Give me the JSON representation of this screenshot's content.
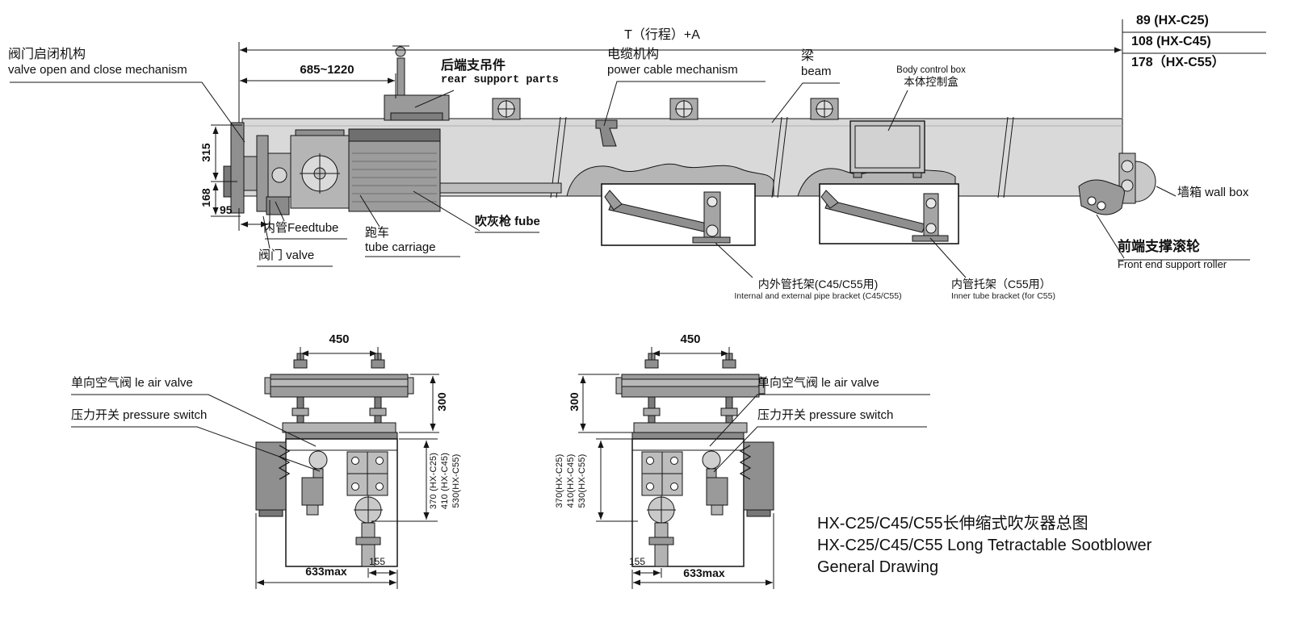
{
  "top_view": {
    "dim_travel": "T（行程）+A",
    "dim_rear_range": "685~1220",
    "dim_right_1": "89 (HX-C25)",
    "dim_right_2": "108 (HX-C45)",
    "dim_right_3": "178（HX-C55）",
    "dim_height_upper": "315",
    "dim_height_lower": "168",
    "dim_95": "95",
    "valve_mech_cn": "阀门启闭机构",
    "valve_mech_en": "valve open and close mechanism",
    "rear_support_cn": "后端支吊件",
    "rear_support_en": "rear support parts",
    "cable_cn": "电缆机构",
    "cable_en": "power cable mechanism",
    "beam_cn": "梁",
    "beam_en": "beam",
    "control_box_en": "Body control box",
    "control_box_cn": "本体控制盒",
    "feedtube_label": "内管Feedtube",
    "carriage_cn": "跑车",
    "carriage_en": "tube carriage",
    "gun_label": "吹灰枪 fube",
    "valve_label": "阀门 valve",
    "bracket1_cn": "内外管托架(C45/C55用)",
    "bracket1_en": "Internal and external pipe bracket (C45/C55)",
    "bracket2_cn": "内管托架（C55用）",
    "bracket2_en": "Inner tube bracket (for C55)",
    "wall_box_label": "墙箱 wall box",
    "front_roller_cn": "前端支撑滚轮",
    "front_roller_en": "Front end support roller"
  },
  "section_left": {
    "dim_450": "450",
    "dim_300": "300",
    "air_valve_label": "单向空气阀 le air valve",
    "pressure_switch_label": "压力开关 pressure switch",
    "dim_h_c25": "370 (HX-C25)",
    "dim_h_c45": "410 (HX-C45)",
    "dim_h_c55": "530(HX-C55)",
    "dim_155": "155",
    "dim_633": "633max"
  },
  "section_right": {
    "dim_450": "450",
    "dim_300": "300",
    "air_valve_label": "单向空气阀 le air valve",
    "pressure_switch_label": "压力开关 pressure switch",
    "dim_h_c25": "370(HX-C25)",
    "dim_h_c45": "410(HX-C45)",
    "dim_h_c55": "530(HX-C55)",
    "dim_155": "155",
    "dim_633": "633max"
  },
  "title": {
    "line1": "HX-C25/C45/C55长伸缩式吹灰器总图",
    "line2": "HX-C25/C45/C55 Long Tetractable Sootblower",
    "line3": "General Drawing"
  }
}
